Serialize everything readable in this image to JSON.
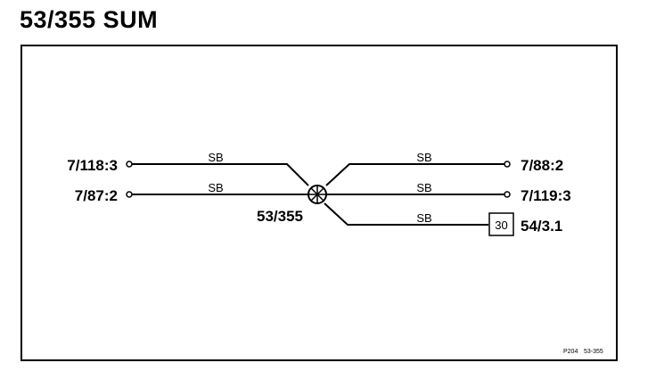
{
  "title": "53/355 SUM",
  "splice": {
    "label": "53/355"
  },
  "left_connections": [
    {
      "label": "7/118:3",
      "wire": "SB"
    },
    {
      "label": "7/87:2",
      "wire": "SB"
    }
  ],
  "right_connections": [
    {
      "label": "7/88:2",
      "wire": "SB"
    },
    {
      "label": "7/119:3",
      "wire": "SB"
    },
    {
      "label": "54/3.1",
      "wire": "SB",
      "terminal_box": "30"
    }
  ],
  "footer": {
    "code": "P204",
    "ref": "53-355"
  }
}
